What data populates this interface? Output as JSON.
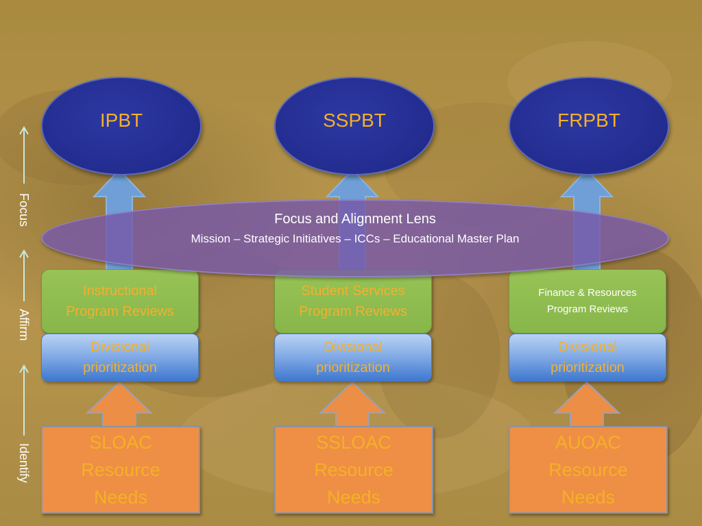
{
  "columns": [
    {
      "ellipse": "IPBT",
      "review_lines": [
        "Instructional",
        "Program Reviews"
      ],
      "division_lines": [
        "Divisional",
        "prioritization"
      ],
      "needs_lines": [
        "SLOAC",
        "Resource",
        "Needs"
      ]
    },
    {
      "ellipse": "SSPBT",
      "review_lines": [
        "Student Services",
        "Program Reviews"
      ],
      "division_lines": [
        "Divisional",
        "prioritization"
      ],
      "needs_lines": [
        "SSLOAC",
        "Resource",
        "Needs"
      ]
    },
    {
      "ellipse": "FRPBT",
      "review_lines": [
        "Finance & Resources",
        "Program Reviews"
      ],
      "division_lines": [
        "Divisional",
        "prioritization"
      ],
      "needs_lines": [
        "AUOAC",
        "Resource",
        "Needs"
      ]
    }
  ],
  "lens": {
    "title": "Focus and Alignment  Lens",
    "subtitle": "Mission – Strategic Initiatives – ICCs – Educational Master Plan"
  },
  "side_labels": {
    "focus": "Focus",
    "affirm": "Affirm",
    "identify": "Identify"
  },
  "colors": {
    "ellipse_fill": "#232c8f",
    "accent_text": "#f5b027",
    "lens_fill": "#7658a8",
    "review_fill": "#8fbd50",
    "division_fill": "#5b8fd9",
    "needs_fill": "#ee8f45",
    "up_arrow_blue": "#6f9fd6",
    "up_arrow_orange": "#ec8e46",
    "side_arrow": "#c9e9e0"
  }
}
